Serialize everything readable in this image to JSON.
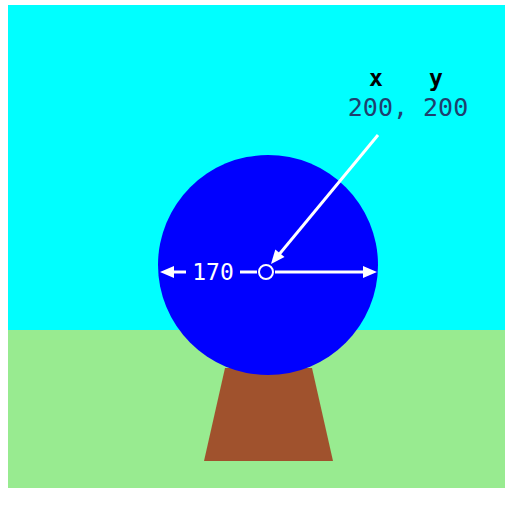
{
  "diagram": {
    "labels": [
      "x",
      "y",
      "200, 200",
      "170"
    ]
  }
}
